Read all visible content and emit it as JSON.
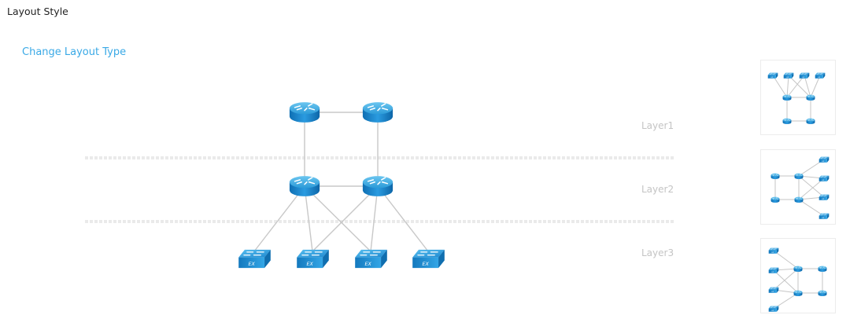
{
  "header": {
    "title": "Layout Style"
  },
  "actions": {
    "change_layout_label": "Change Layout Type"
  },
  "topology": {
    "layers": [
      {
        "label": "Layer1",
        "devices": [
          {
            "type": "router",
            "id": "r1"
          },
          {
            "type": "router",
            "id": "r2"
          }
        ]
      },
      {
        "label": "Layer2",
        "devices": [
          {
            "type": "router",
            "id": "r3"
          },
          {
            "type": "router",
            "id": "r4"
          }
        ]
      },
      {
        "label": "Layer3",
        "devices": [
          {
            "type": "switch",
            "id": "s1",
            "badge": "EX"
          },
          {
            "type": "switch",
            "id": "s2",
            "badge": "EX"
          },
          {
            "type": "switch",
            "id": "s3",
            "badge": "EX"
          },
          {
            "type": "switch",
            "id": "s4",
            "badge": "EX"
          }
        ]
      }
    ],
    "links": [
      [
        "r1",
        "r2"
      ],
      [
        "r1",
        "r3"
      ],
      [
        "r2",
        "r4"
      ],
      [
        "r3",
        "r4"
      ],
      [
        "r3",
        "s1"
      ],
      [
        "r3",
        "s2"
      ],
      [
        "r3",
        "s3"
      ],
      [
        "r4",
        "s2"
      ],
      [
        "r4",
        "s3"
      ],
      [
        "r4",
        "s4"
      ]
    ]
  },
  "layout_options": [
    {
      "name": "top-down",
      "icon": "layout-vertical-icon"
    },
    {
      "name": "left-right",
      "icon": "layout-horizontal-ltr-icon"
    },
    {
      "name": "right-left",
      "icon": "layout-horizontal-rtl-icon"
    }
  ],
  "colors": {
    "accent": "#3aa9e6",
    "device": "#1d8fd4",
    "link": "#c8c8c8",
    "layer_label": "#c4c4c4"
  }
}
